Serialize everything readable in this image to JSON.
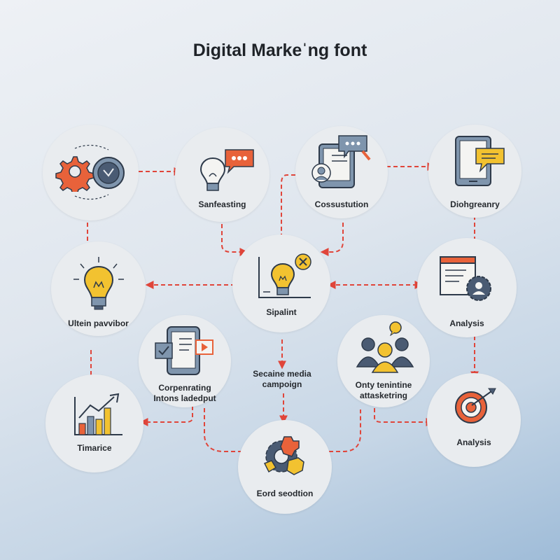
{
  "title": "Digital Markeˈng font",
  "nodes": {
    "process": {
      "label": ""
    },
    "sanfeasting": {
      "label": "Sanfeasting"
    },
    "consultation": {
      "label": "Cossustution"
    },
    "diohgreanry": {
      "label": "Diohgreanry"
    },
    "ultein": {
      "label": "Ultein pavvibor"
    },
    "sipalint": {
      "label": "Sipalint"
    },
    "analysis_top": {
      "label": "Analysis"
    },
    "corporating": {
      "label_line1": "Corpenrating",
      "label_line2": "Intons ladedput"
    },
    "onty": {
      "label_line1": "Onty tenintine",
      "label_line2": "attasketring"
    },
    "timarice": {
      "label": "Timarice"
    },
    "eord": {
      "label": "Eord seodtion"
    },
    "analysis_bottom": {
      "label": "Analysis"
    }
  },
  "free_labels": {
    "secaine_line1": "Secaine media",
    "secaine_line2": "campoign"
  },
  "colors": {
    "arrow": "#e0453a",
    "orange": "#e8623a",
    "yellow": "#f2c230",
    "slate": "#4a5b73",
    "blue_grey": "#7f95ad",
    "bubble": "#e8623a"
  },
  "icons": {
    "process": [
      "gear-icon",
      "clock-icon"
    ],
    "sanfeasting": [
      "lightbulb-icon",
      "chat-bubble-icon"
    ],
    "consultation": [
      "tablet-icon",
      "magnifier-icon",
      "user-icon"
    ],
    "diohgreanry": [
      "tablet-icon",
      "chat-bubble-icon"
    ],
    "ultein": [
      "lightbulb-icon"
    ],
    "sipalint": [
      "chart-axes-icon",
      "lightbulb-icon",
      "close-badge-icon"
    ],
    "analysis_top": [
      "browser-window-icon",
      "user-gear-icon"
    ],
    "corporating": [
      "phone-icon",
      "checkbox-icon",
      "play-icon"
    ],
    "onty": [
      "team-icon",
      "chat-bubble-icon"
    ],
    "timarice": [
      "bar-chart-icon",
      "trend-arrow-icon"
    ],
    "eord": [
      "gears-icon"
    ],
    "analysis_bottom": [
      "target-icon",
      "dart-icon"
    ]
  }
}
